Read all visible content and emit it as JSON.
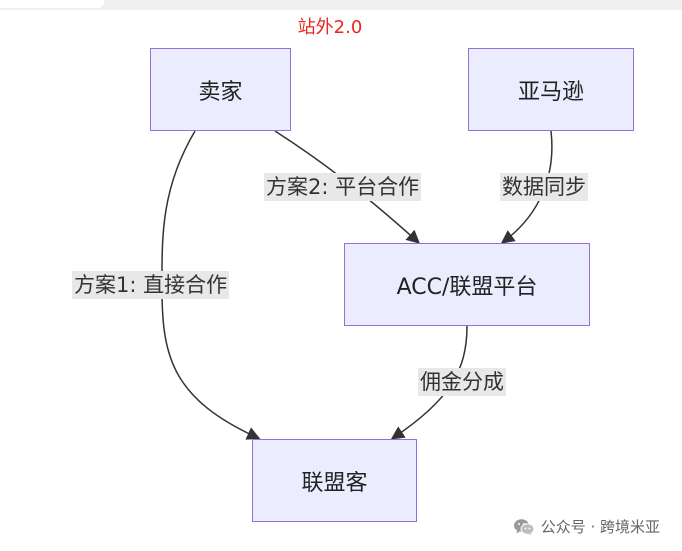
{
  "diagram": {
    "title": "站外2.0",
    "title_color": "#e8281f",
    "node_fill": "#ececff",
    "node_border": "#9370db",
    "edge_color": "#333333",
    "label_bg": "#e8e8e8",
    "nodes": {
      "seller": "卖家",
      "amazon": "亚马逊",
      "platform": "ACC/联盟平台",
      "affiliate": "联盟客"
    },
    "edges": {
      "plan1": "方案1: 直接合作",
      "plan2": "方案2: 平台合作",
      "sync": "数据同步",
      "commission": "佣金分成"
    }
  },
  "watermark": {
    "icon": "wechat-icon",
    "text": "公众号 · 跨境米亚"
  }
}
